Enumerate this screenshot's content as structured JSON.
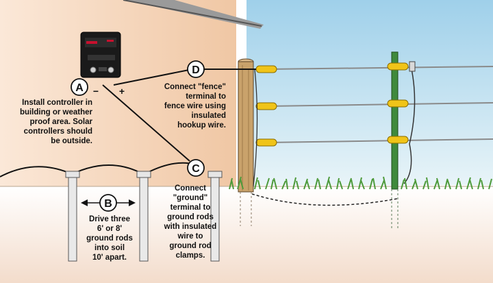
{
  "steps": [
    {
      "letter": "A",
      "text": "Install controller in\nbuilding or weather\nproof area.  Solar\ncontrollers should\nbe outside."
    },
    {
      "letter": "B",
      "text": "Drive three\n6' or 8'\nground rods\ninto soil\n10' apart."
    },
    {
      "letter": "C",
      "text": "Connect\n\"ground\"\nterminal to\nground rods\nwith insulated\nwire to\nground rod\nclamps."
    },
    {
      "letter": "D",
      "text": "Connect \"fence\"\nterminal to\nfence wire using\ninsulated\nhookup wire."
    }
  ],
  "terminals": {
    "negative": "−",
    "positive": "+"
  },
  "colors": {
    "sky": "#bfe0ee",
    "wall": "#f4d6bc",
    "controller": "#1a1a1a",
    "controller_accent": "#c8102e",
    "wood_post": "#c9a26b",
    "steel_post": "#3f8a3c",
    "insulator": "#f0c419",
    "grass": "#4d9a3a",
    "wire": "#888888",
    "hookup_wire": "#111111",
    "badge_border": "#111111"
  }
}
